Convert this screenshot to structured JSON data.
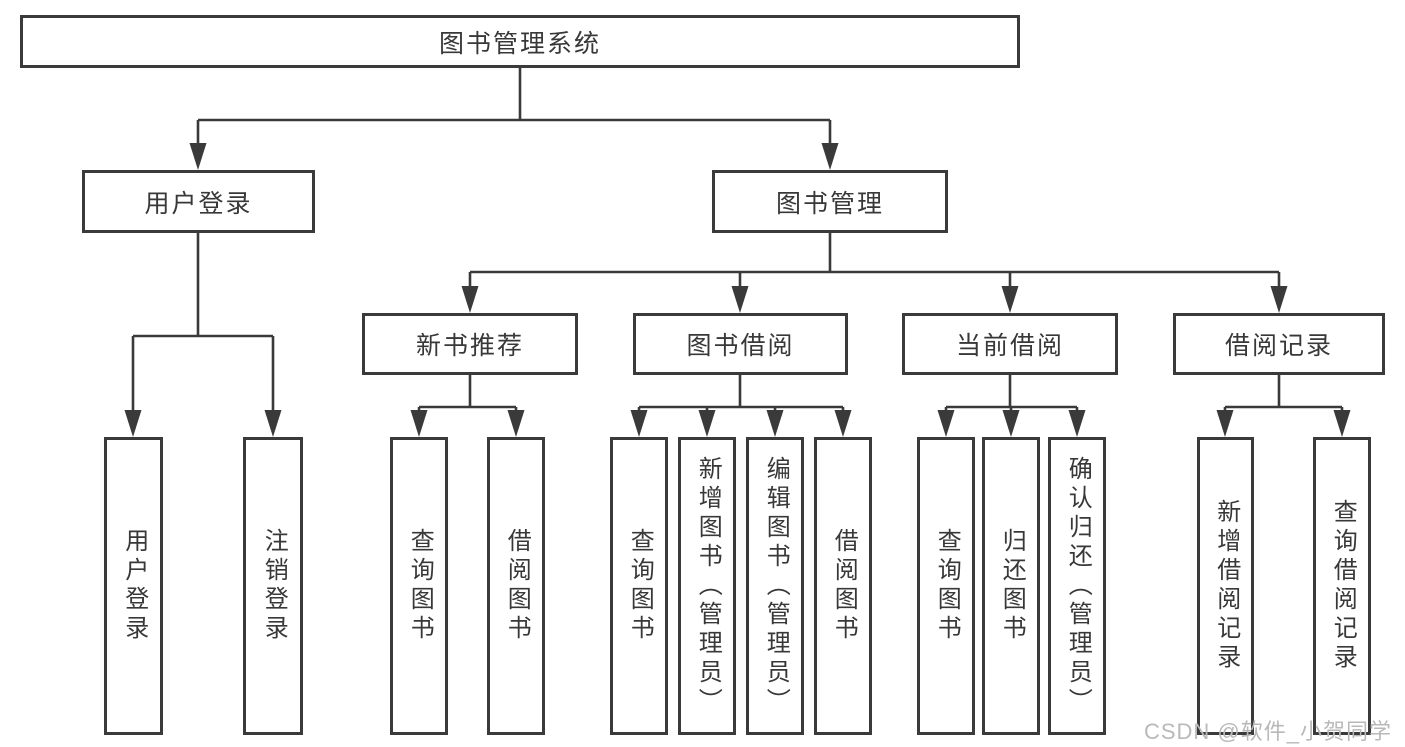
{
  "colors": {
    "background": "#ffffff",
    "border": "#3a3a3a",
    "text": "#383838",
    "line": "#3a3a3a",
    "watermark": "#b9b9b9"
  },
  "diagram": {
    "type": "hierarchy-tree",
    "root": "图书管理系统",
    "level2": [
      "用户登录",
      "图书管理"
    ],
    "level3": [
      "新书推荐",
      "图书借阅",
      "当前借阅",
      "借阅记录"
    ],
    "leaves_user_login": [
      "用户登录",
      "注销登录"
    ],
    "leaves_new_book": [
      "查询图书",
      "借阅图书"
    ],
    "leaves_book_borrow": [
      "查询图书",
      "新增图书（管理员）",
      "编辑图书（管理员）",
      "借阅图书"
    ],
    "leaves_current_borrow": [
      "查询图书",
      "归还图书",
      "确认归还（管理员）"
    ],
    "leaves_borrow_records": [
      "新增借阅记录",
      "查询借阅记录"
    ]
  },
  "watermark": "CSDN @软件_小贺同学"
}
